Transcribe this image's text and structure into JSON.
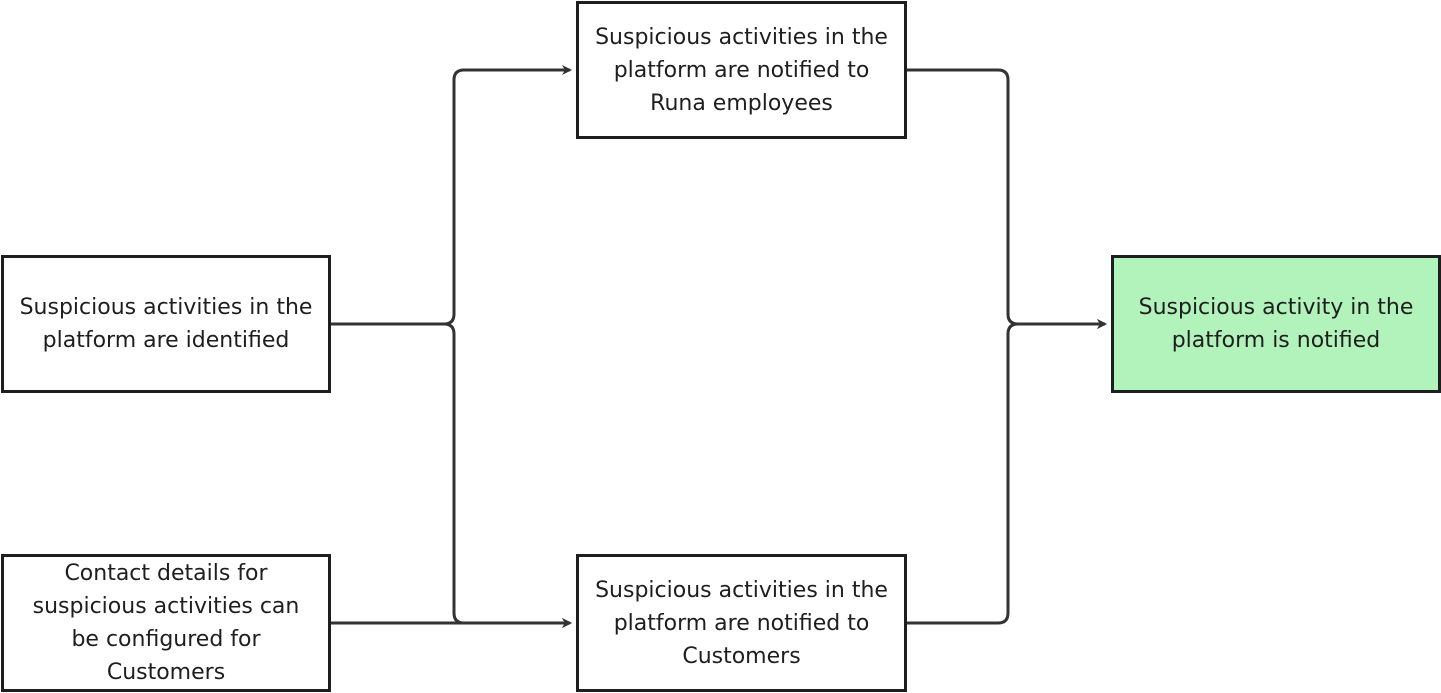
{
  "nodes": {
    "identified": {
      "label": "Suspicious activities in the platform are identified",
      "fill": "#ffffff"
    },
    "contact": {
      "label": "Contact details for suspicious activities can be configured for Customers",
      "fill": "#ffffff"
    },
    "employees": {
      "label": "Suspicious activities in the platform are notified to Runa employees",
      "fill": "#ffffff"
    },
    "customers": {
      "label": "Suspicious activities in the platform are notified to Customers",
      "fill": "#ffffff"
    },
    "result": {
      "label": "Suspicious activity in the platform is notified",
      "fill": "#b2f2bb"
    }
  },
  "edges": [
    {
      "from": "identified",
      "to": "employees"
    },
    {
      "from": "identified",
      "to": "customers"
    },
    {
      "from": "contact",
      "to": "customers"
    },
    {
      "from": "employees",
      "to": "result"
    },
    {
      "from": "customers",
      "to": "result"
    }
  ],
  "colors": {
    "stroke": "#1e1e1e",
    "edge": "#333333",
    "result_fill": "#b2f2bb"
  }
}
